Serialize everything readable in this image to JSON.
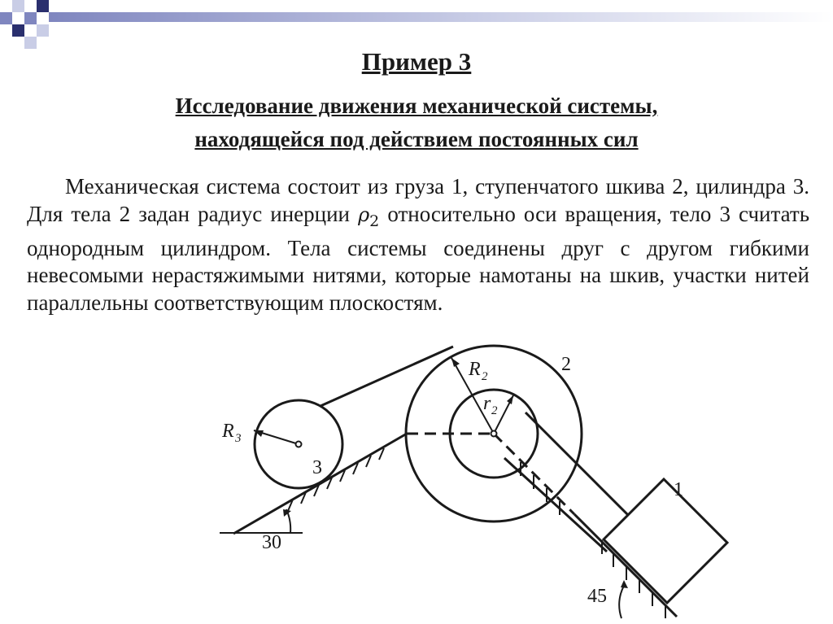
{
  "slide": {
    "title": "Пример 3",
    "subtitle_line1": "Исследование движения механической системы,",
    "subtitle_line2": "находящейся под действием постоянных сил",
    "paragraph_part1": "Механическая система состоит из груза 1, ступенчатого шкива 2, цилиндра 3. Для тела 2 задан радиус инерции",
    "rho_symbol": "ρ",
    "rho_sub": "2",
    "paragraph_part2": "относительно оси вращения, тело 3 считать однородным цилиндром. Тела системы соединены друг с другом гибкими невесомыми нерастяжимыми нитями, которые намотаны на шкив, участки нитей параллельны соответствующим плоскостям."
  },
  "diagram": {
    "labels": {
      "body1": "1",
      "body2": "2",
      "body3": "3",
      "R3": "R",
      "R3_sub": "3",
      "R2": "R",
      "R2_sub": "2",
      "r2": "r",
      "r2_sub": "2",
      "angle_left": "30",
      "angle_right": "45"
    }
  },
  "colors": {
    "deco_dark": "#2a2f6e",
    "deco_mid": "#7f86bf",
    "deco_light": "#c9cde6",
    "ink": "#1a1a1a"
  }
}
